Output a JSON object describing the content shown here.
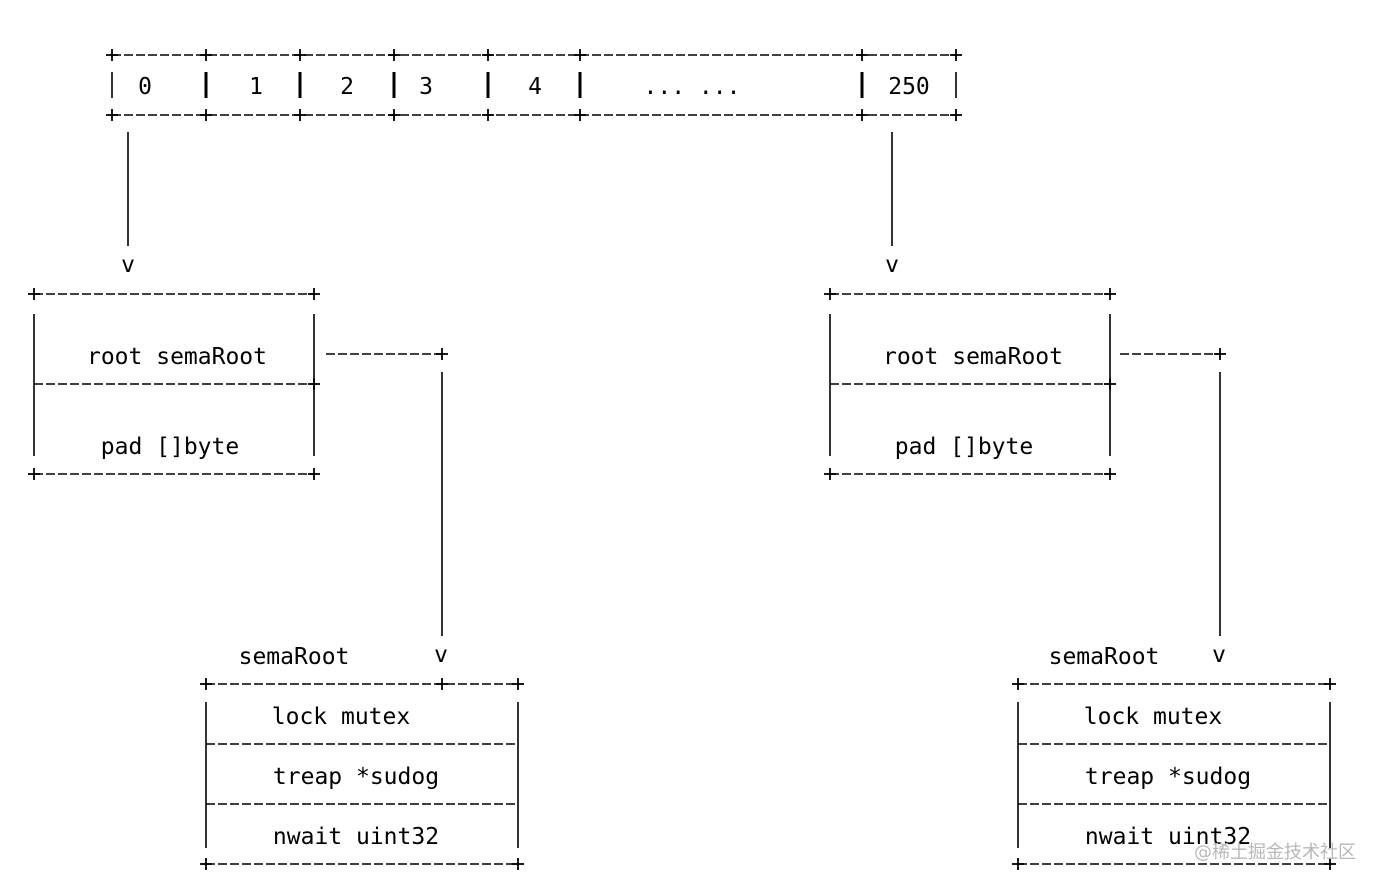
{
  "array": {
    "cells": [
      "0",
      "1",
      "2",
      "3",
      "4",
      "... ...",
      "250"
    ]
  },
  "left": {
    "arrow": "v",
    "table": {
      "root_field": "root semaRoot",
      "pad_field": "pad []byte"
    },
    "semaroot": {
      "title": "semaRoot",
      "arrow": "v",
      "fields": [
        "lock mutex",
        "treap *sudog",
        "nwait uint32"
      ]
    }
  },
  "right": {
    "arrow": "v",
    "table": {
      "root_field": "root semaRoot",
      "pad_field": "pad []byte"
    },
    "semaroot": {
      "title": "semaRoot",
      "arrow": "v",
      "fields": [
        "lock mutex",
        "treap *sudog",
        "nwait uint32"
      ]
    }
  },
  "watermark": "@稀土掘金技术社区"
}
